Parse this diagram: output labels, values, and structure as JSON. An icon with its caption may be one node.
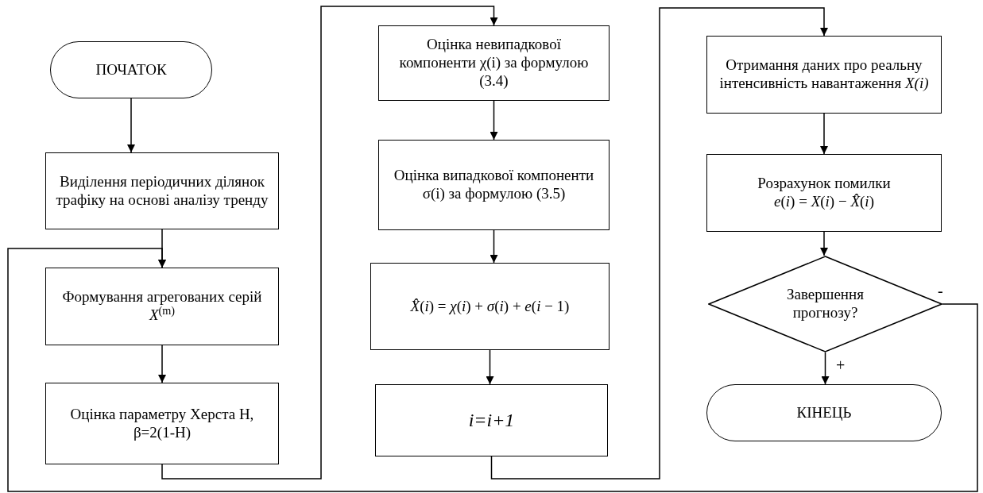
{
  "diagram": {
    "nodes": [
      {
        "text": [
          "ПОЧАТОК"
        ]
      },
      {
        "text": [
          "Виділення періодичних ділянок трафіку на основі аналізу тренду"
        ]
      },
      {
        "text": [
          "Формування агрегованих серій *X*$^{(m)}$"
        ]
      },
      {
        "text": [
          "Оцінка параметру Херста H, β=2(1-H)"
        ]
      },
      {
        "text": [
          "Оцінка невипадкової компоненти χ(i) за формулою (3.4)"
        ]
      },
      {
        "text": [
          "Оцінка випадкової компоненти σ(i) за формулою (3.5)"
        ]
      },
      {
        "text": [
          "*X̂*(*i*) = *χ*(*i*) + *σ*(*i*) + *e*(*i* − 1)"
        ]
      },
      {
        "text": [
          "i=i+1"
        ]
      },
      {
        "text": [
          "Отримання даних про реальну інтенсивність навантаження *X(i)*"
        ]
      },
      {
        "text": [
          "Розрахунок помилки",
          "*e*(*i*) = *X*(*i*) − *X̂*(*i*)"
        ]
      },
      {
        "text": [
          "Завершення прогнозу?"
        ]
      },
      {
        "text": [
          "КІНЕЦЬ"
        ]
      }
    ],
    "edges": [
      {
        "from": 0,
        "to": 1,
        "arrow": "to"
      },
      {
        "from": 1,
        "to": 2,
        "arrow": "to"
      },
      {
        "from": 2,
        "to": 3,
        "arrow": "to"
      },
      {
        "from": 3,
        "to": 4,
        "arrow": "to"
      },
      {
        "from": 4,
        "to": 5,
        "arrow": "to"
      },
      {
        "from": 5,
        "to": 6,
        "arrow": "to"
      },
      {
        "from": 6,
        "to": 7,
        "arrow": "to"
      },
      {
        "from": 7,
        "to": 8,
        "arrow": "to"
      },
      {
        "from": 8,
        "to": 9,
        "arrow": "to"
      },
      {
        "from": 9,
        "to": 10,
        "arrow": "to"
      },
      {
        "from": 10,
        "to": 11,
        "label": "+",
        "arrow": "to"
      },
      {
        "from": 10,
        "to": 2,
        "label": "-",
        "arrow": "to"
      }
    ]
  }
}
